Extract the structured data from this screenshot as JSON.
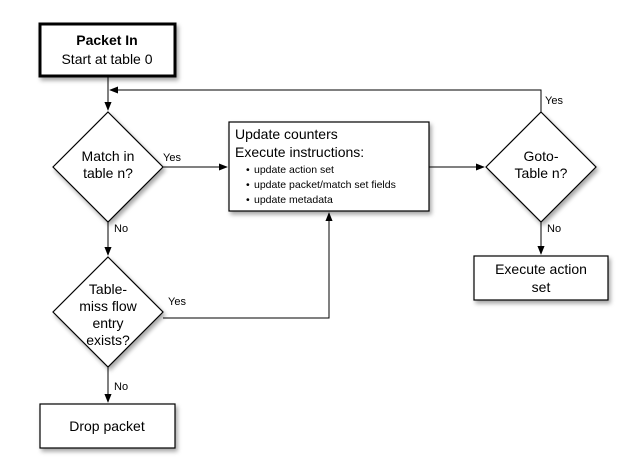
{
  "nodes": {
    "start": {
      "title": "Packet In",
      "subtitle": "Start at table 0"
    },
    "match": {
      "line1": "Match in",
      "line2": "table n?"
    },
    "update": {
      "line1": "Update counters",
      "line2": "Execute instructions:",
      "bullets": [
        "update action set",
        "update packet/match set fields",
        "update metadata"
      ]
    },
    "goto": {
      "line1": "Goto-",
      "line2": "Table n?"
    },
    "execute": {
      "line1": "Execute action",
      "line2": "set"
    },
    "tablemiss": {
      "line1": "Table-",
      "line2": "miss flow",
      "line3": "entry",
      "line4": "exists?"
    },
    "drop": {
      "label": "Drop packet"
    }
  },
  "edges": {
    "match_yes": "Yes",
    "match_no": "No",
    "tablemiss_yes": "Yes",
    "tablemiss_no": "No",
    "goto_yes": "Yes",
    "goto_no": "No"
  }
}
